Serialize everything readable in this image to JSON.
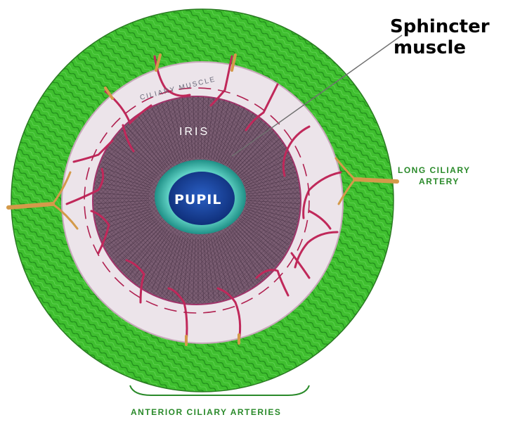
{
  "labels": {
    "sphincter_line1": "Sphincter",
    "sphincter_line2": "muscle",
    "long_ciliary_line1": "LONG CILIARY",
    "long_ciliary_line2": "ARTERY",
    "anterior_ciliary": "ANTERIOR CILIARY ARTERIES",
    "ciliary_muscle": "CILIARY MUSCLE",
    "iris": "IRIS",
    "pupil": "PUPIL"
  },
  "colors": {
    "sclera_green": "#3fbf2f",
    "ciliary_zone": "#ece4ea",
    "iris_fill": "#7a5d72",
    "pupil_ring": "#2aa39a",
    "pupil_core": "#1a3f9a",
    "vessel": "#c0285a",
    "artery_trunk": "#d49a4a"
  }
}
